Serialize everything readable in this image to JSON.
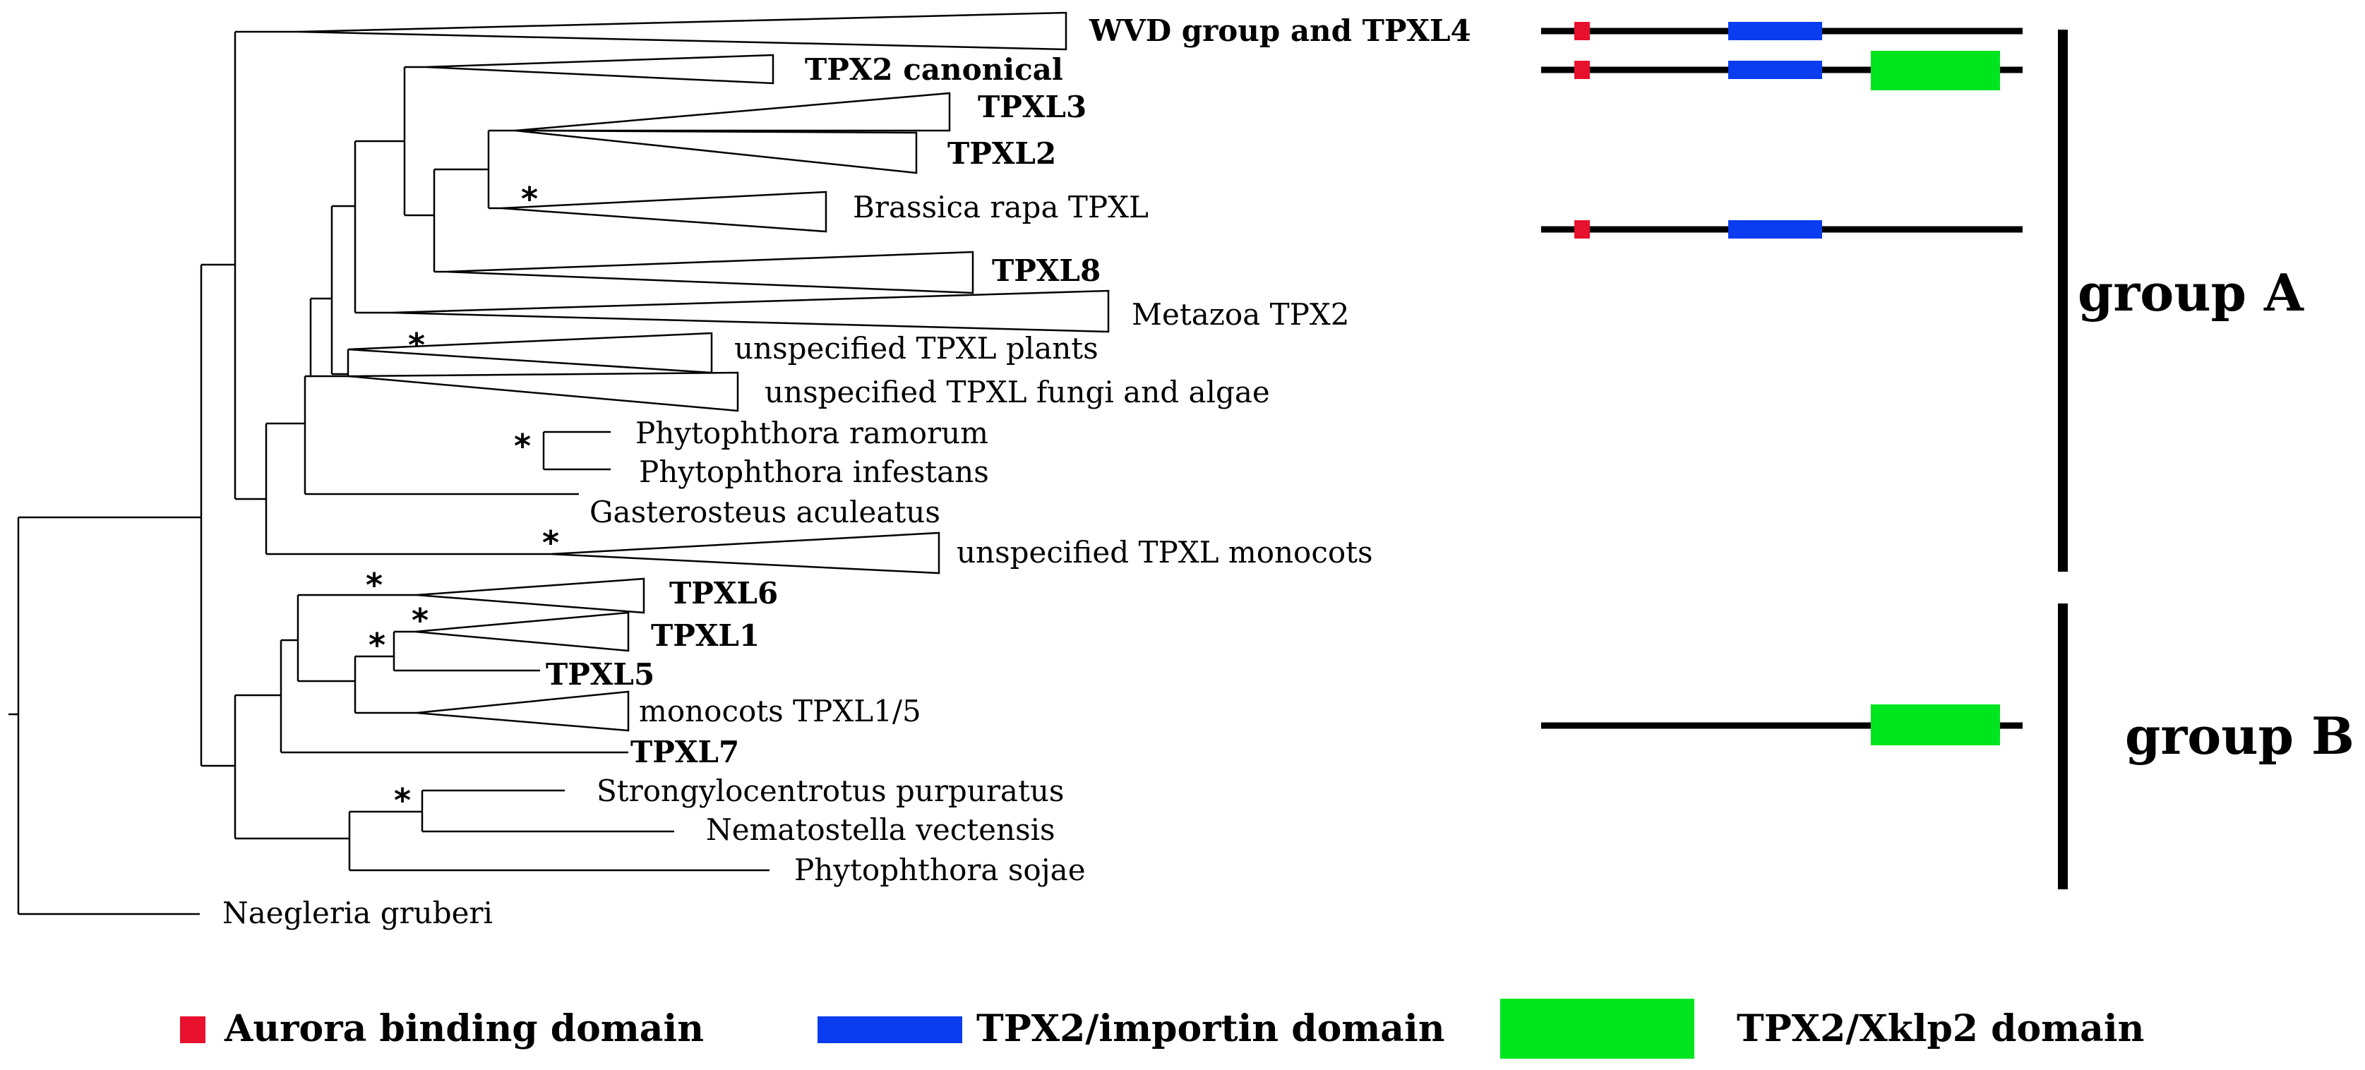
{
  "taxa": {
    "wvd_tpxl4": "WVD group and TPXL4",
    "tpx2_canonical": "TPX2 canonical",
    "tpxl3": "TPXL3",
    "tpxl2": "TPXL2",
    "brassica": "Brassica rapa TPXL",
    "tpxl8": "TPXL8",
    "metazoa": "Metazoa TPX2",
    "unspec_plants": "unspecified TPXL plants",
    "unspec_fungi": "unspecified TPXL fungi and algae",
    "phyto_ramorum": "Phytophthora ramorum",
    "phyto_infestans": "Phytophthora infestans",
    "gasterosteus": "Gasterosteus aculeatus",
    "unspec_monocots": "unspecified TPXL monocots",
    "tpxl6": "TPXL6",
    "tpxl1": "TPXL1",
    "tpxl5": "TPXL5",
    "monocots_tpxl15": "monocots TPXL1/5",
    "tpxl7": "TPXL7",
    "strongylocentrotus": "Strongylocentrotus purpuratus",
    "nematostella": "Nematostella vectensis",
    "phyto_sojae": "Phytophthora sojae",
    "naegleria": "Naegleria gruberi"
  },
  "support_marker": "*",
  "groups": {
    "a": "group A",
    "b": "group B"
  },
  "legend": {
    "aurora": "Aurora binding domain",
    "importin": "TPX2/importin domain",
    "xklp2": "TPX2/Xklp2 domain"
  },
  "colors": {
    "aurora": "#e8112d",
    "importin": "#0a3cf0",
    "xklp2": "#00e61e",
    "line": "#000000"
  }
}
